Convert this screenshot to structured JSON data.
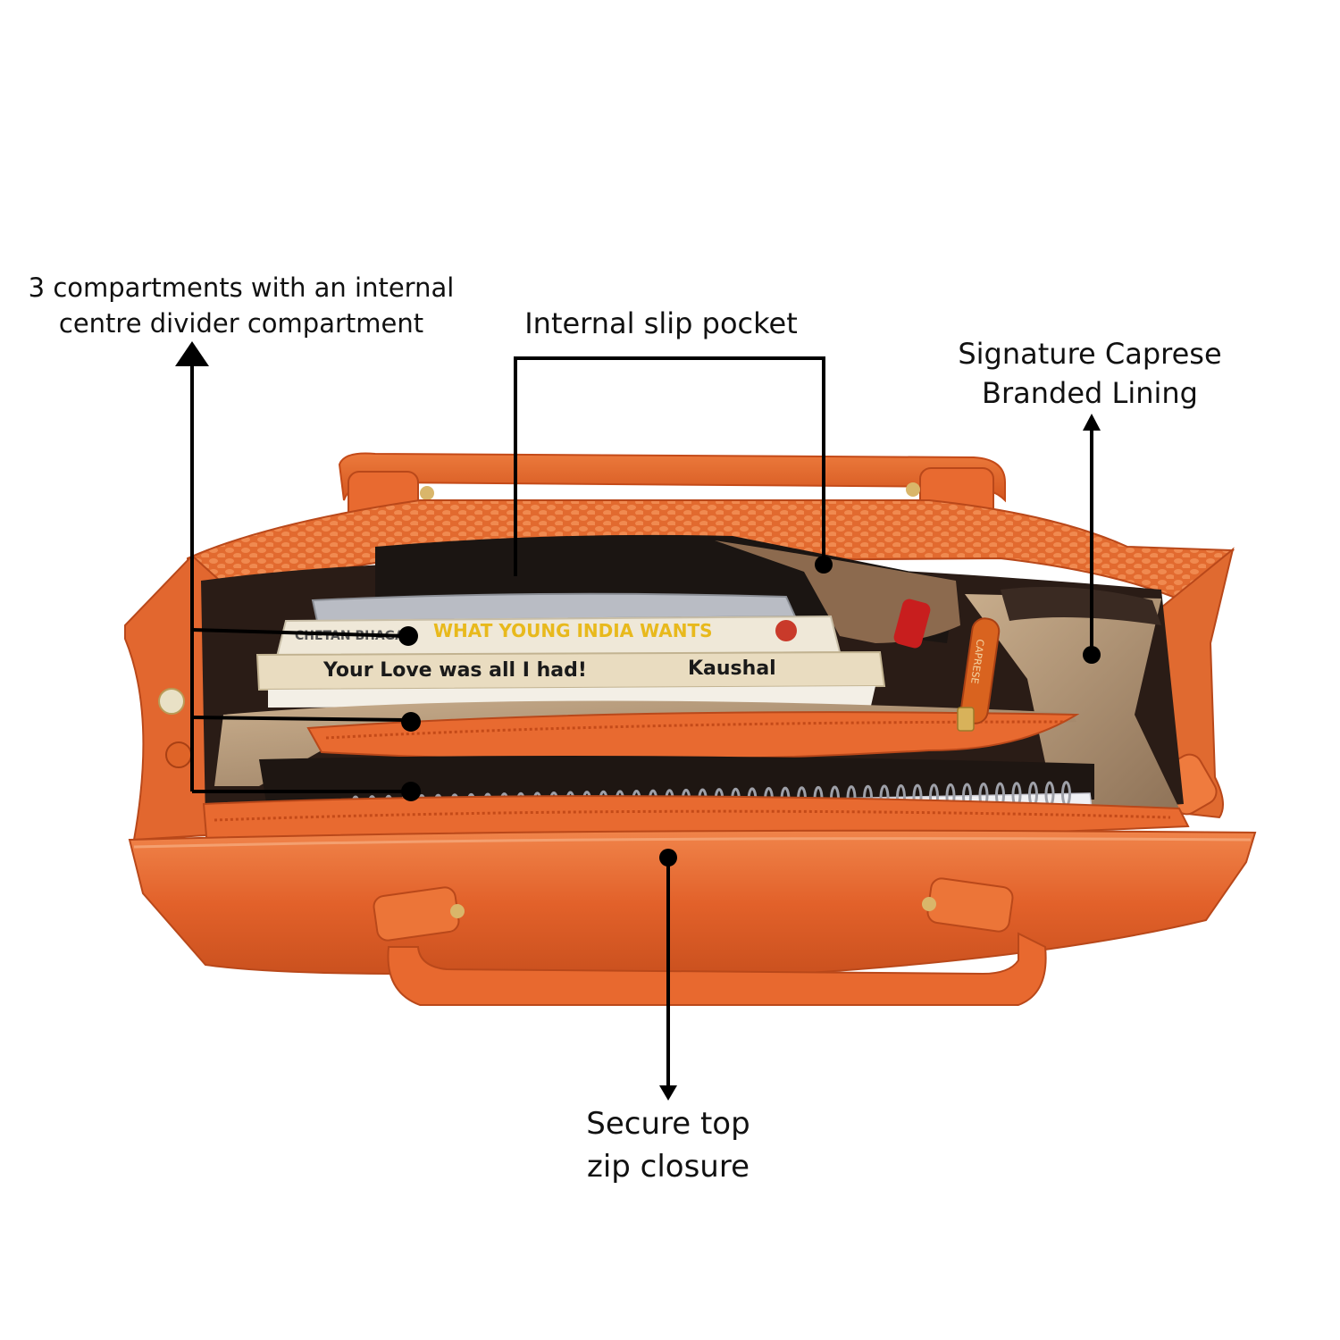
{
  "colors": {
    "leather": "#e8652a",
    "leather_dark": "#c44a18",
    "leather_light": "#f0844a",
    "lining": "#b89a7a",
    "lining_dark": "#7a6048",
    "interior_dark": "#2a1c16",
    "callout_line": "#000000",
    "book_title_yellow": "#e8b91c"
  },
  "callouts": {
    "compartments": {
      "line1": "3 compartments with an internal",
      "line2": "centre divider compartment"
    },
    "slip_pocket": {
      "line1": "Internal slip pocket"
    },
    "lining": {
      "line1": "Signature Caprese",
      "line2": "Branded Lining"
    },
    "zip": {
      "line1": "Secure top",
      "line2": "zip closure"
    }
  },
  "photo_text": {
    "book1_author": "CHETAN BHAGAT",
    "book1_title": "WHAT YOUNG INDIA WANTS",
    "book2_title": "Your Love was all I had!",
    "book2_author": "Kaushal",
    "tag_brand": "CAPRESE"
  },
  "icons": {
    "arrow_up": "arrow-up-icon",
    "arrow_down": "arrow-down-icon",
    "dot": "pointer-dot-icon"
  }
}
